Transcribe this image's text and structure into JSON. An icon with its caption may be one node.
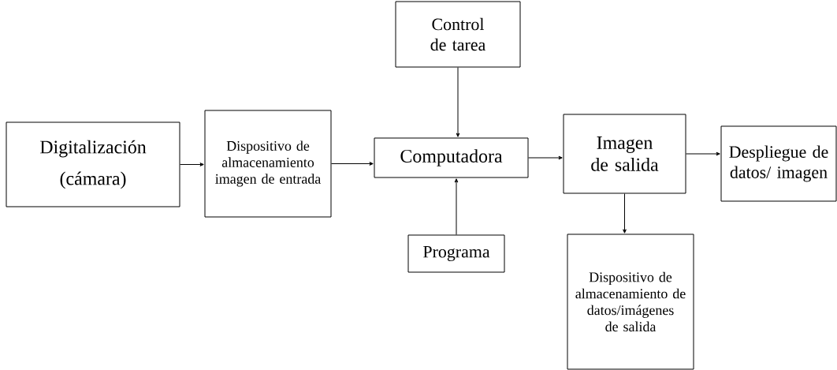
{
  "diagram": {
    "nodes": [
      {
        "text": [
          "Digitalización",
          "(cámara)"
        ]
      },
      {
        "text": [
          "Dispositivo de almacenamiento imagen de entrada"
        ]
      },
      {
        "text": [
          "Control de tarea"
        ]
      },
      {
        "text": [
          "Computadora"
        ]
      },
      {
        "text": [
          "Programa"
        ]
      },
      {
        "text": [
          "Imagen de salida"
        ]
      },
      {
        "text": [
          "Despliegue de datos/ imagen"
        ]
      },
      {
        "text": [
          "Dispositivo de almacenamiento de datos/imágenes de salida"
        ]
      }
    ],
    "edges": [
      {
        "from": 0,
        "to": 1,
        "arrow": "to"
      },
      {
        "from": 1,
        "to": 3,
        "arrow": "to"
      },
      {
        "from": 2,
        "to": 3,
        "arrow": "to"
      },
      {
        "from": 4,
        "to": 3,
        "arrow": "to"
      },
      {
        "from": 3,
        "to": 5,
        "arrow": "to"
      },
      {
        "from": 5,
        "to": 6,
        "arrow": "to"
      },
      {
        "from": 5,
        "to": 7,
        "arrow": "to"
      }
    ]
  }
}
